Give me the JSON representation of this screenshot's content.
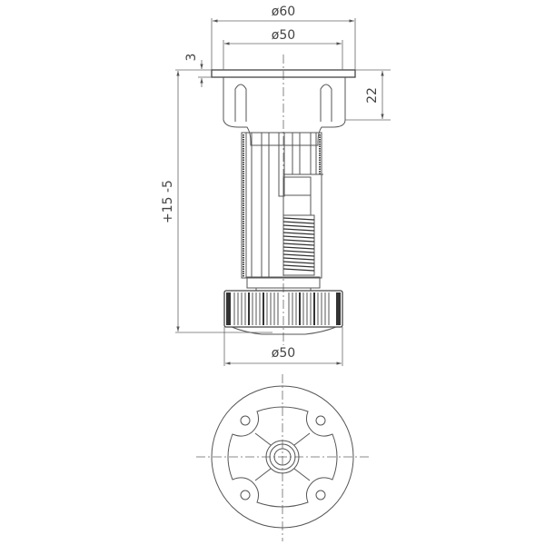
{
  "drawing": {
    "subject": "adjustable furniture leg",
    "dimensions": {
      "top_outer_diameter": "ø60",
      "top_inner_diameter": "ø50",
      "plate_thickness": "3",
      "cap_height": "22",
      "adjustment_range": "+15 -5",
      "base_diameter": "ø50"
    },
    "views": [
      "side-elevation",
      "bottom-plan"
    ],
    "colors": {
      "line": "#555555",
      "background": "#ffffff"
    }
  }
}
